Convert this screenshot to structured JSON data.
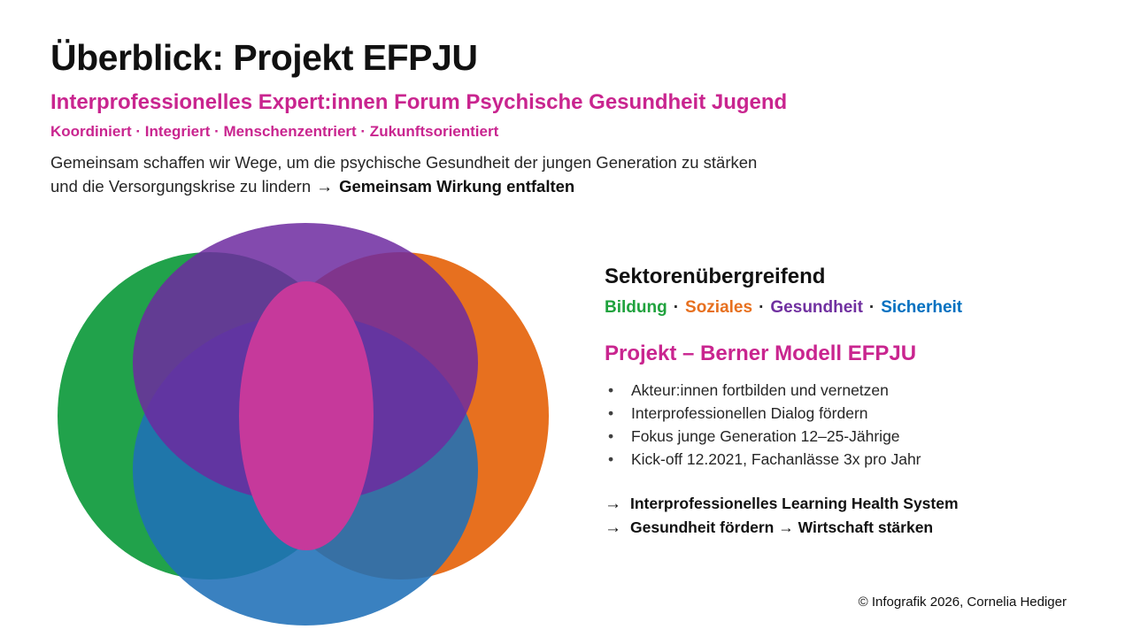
{
  "slide": {
    "title": "Überblick: Projekt EFPJU",
    "subtitle": "Interprofessionelles Expert:innen Forum Psychische Gesundheit Jugend",
    "tagline": "Koordiniert · Integriert · Menschenzentriert · Zukunftsorientiert",
    "intro_line1": "Gemeinsam schaffen wir Wege, um die psychische Gesundheit der jungen Generation zu stärken",
    "intro_line2": "und die Versorgungskrise zu lindern",
    "intro_bold": "Gemeinsam Wirkung entfalten"
  },
  "icons": {
    "arrow_right": "→"
  },
  "sectors": {
    "heading": "Sektorenübergreifend",
    "separator": "·",
    "items": [
      {
        "label": "Bildung",
        "color": "#1FA23D"
      },
      {
        "label": "Soziales",
        "color": "#E7701F"
      },
      {
        "label": "Gesundheit",
        "color": "#7030A0"
      },
      {
        "label": "Sicherheit",
        "color": "#0070C0"
      }
    ]
  },
  "project": {
    "heading": "Projekt – Berner Modell EFPJU",
    "bullets": [
      "Akteur:innen fortbilden und vernetzen",
      "Interprofessionellen Dialog fördern",
      "Fokus junge Generation 12–25-Jährige",
      "Kick-off 12.2021, Fachanlässe 3x pro Jahr"
    ],
    "outcomes": [
      "Interprofessionelles Learning Health System",
      "Gesundheit fördern → Wirtschaft stärken"
    ]
  },
  "venn": {
    "colors": {
      "green": "#21A24B",
      "orange": "#E7701F",
      "blue": "#1F70B7",
      "purple": "#6D2AA0",
      "center_magenta": "#C6399B"
    }
  },
  "colors": {
    "accent_magenta": "#C9258F",
    "title_black": "#111111"
  },
  "footer": {
    "credit": "© Infografik 2026, Cornelia Hediger"
  }
}
